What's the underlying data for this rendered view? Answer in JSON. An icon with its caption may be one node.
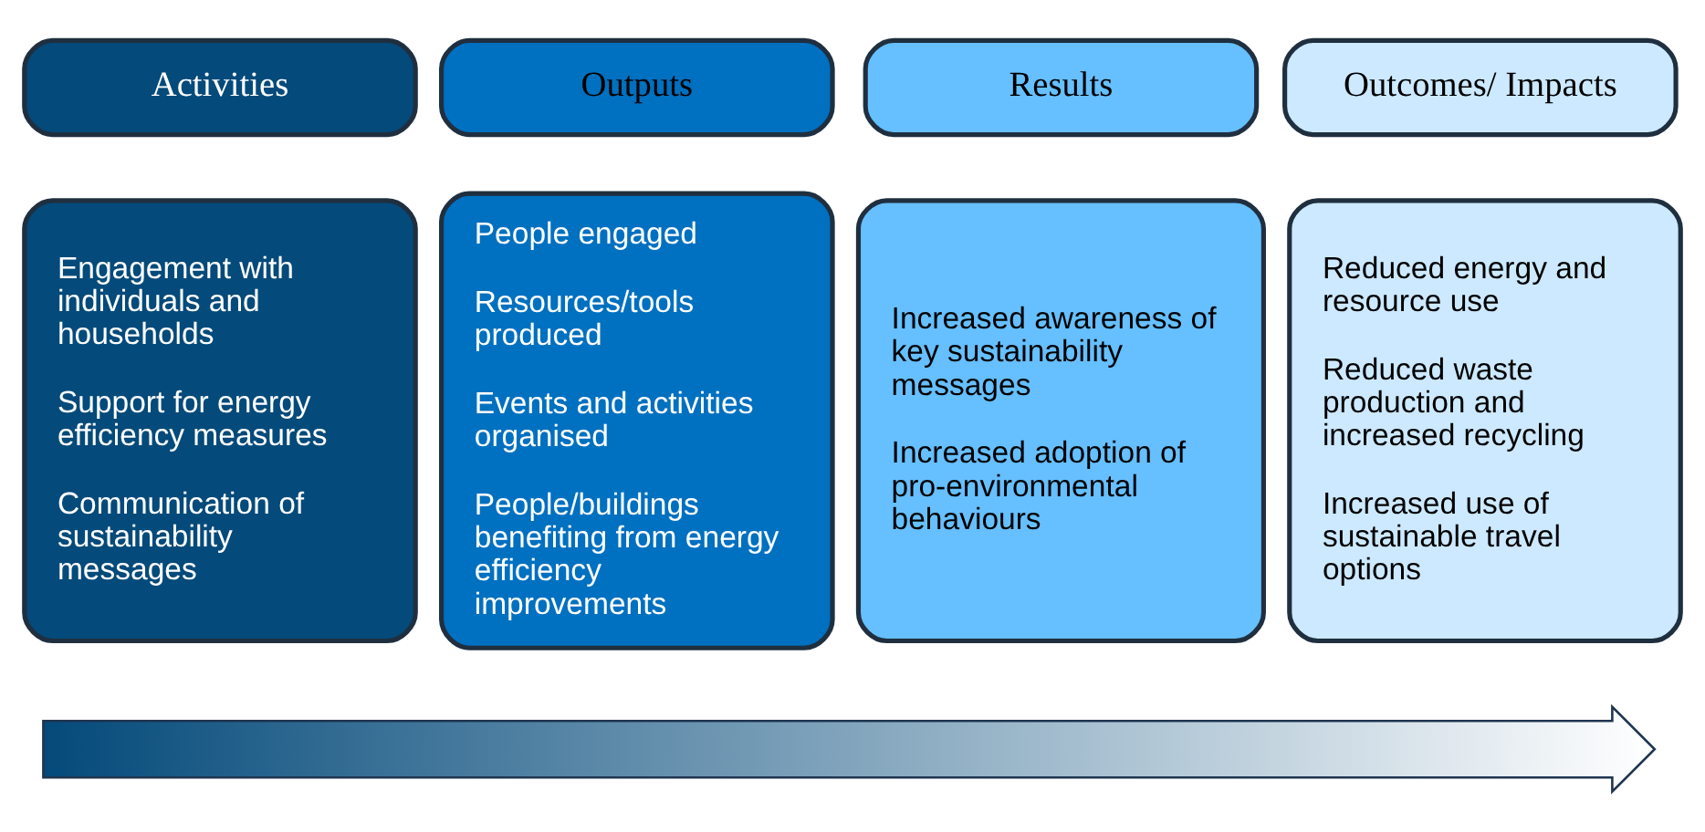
{
  "diagram": {
    "nodes": [
      {
        "text": [
          "Activities"
        ]
      },
      {
        "text": [
          "Outputs"
        ]
      },
      {
        "text": [
          "Results"
        ]
      },
      {
        "text": [
          "Outcomes/ Impacts"
        ]
      },
      {
        "text": [
          "Engagement with individuals and households",
          "Support for energy efficiency measures",
          "Communication of sustainability messages"
        ]
      },
      {
        "text": [
          "People engaged",
          "Resources/tools produced",
          "Events and activities organised",
          "People/buildings benefiting from energy efficiency improvements"
        ]
      },
      {
        "text": [
          "Increased awareness of key sustainability messages",
          "Increased adoption of pro-environmental behaviours"
        ]
      },
      {
        "text": [
          "Reduced energy and resource use",
          "Reduced waste production and increased recycling",
          "Increased use of sustainable travel options"
        ]
      },
      {
        "text": [],
        "shape": "arrow"
      }
    ],
    "edges": []
  }
}
